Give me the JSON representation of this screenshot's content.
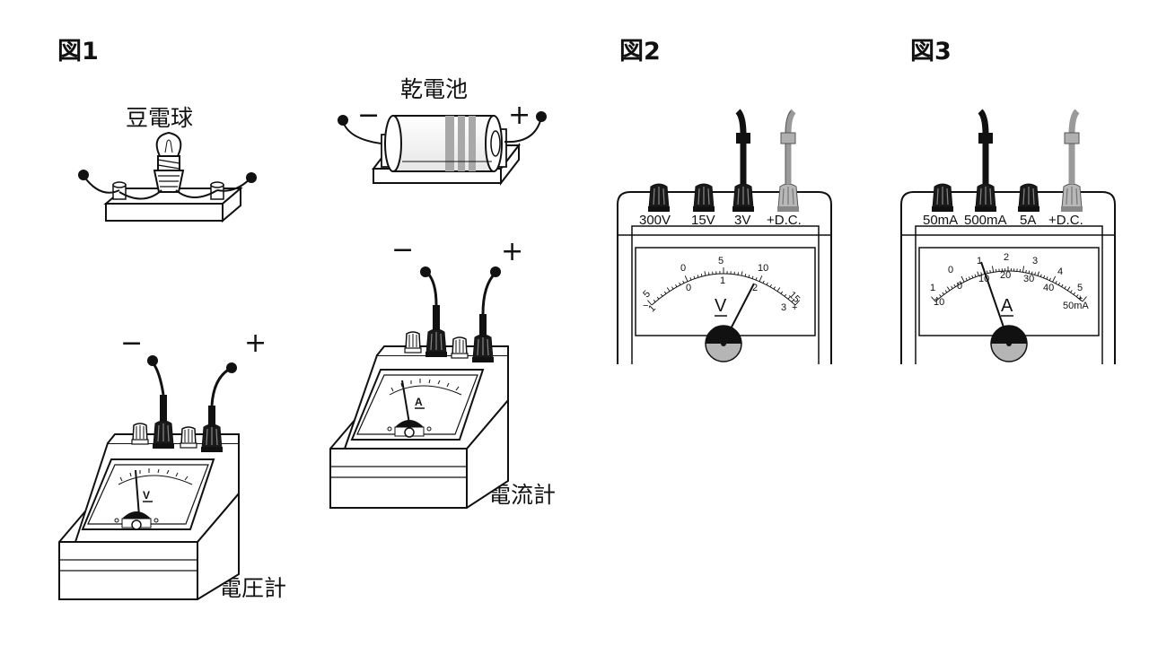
{
  "figure1": {
    "title": "図1",
    "bulb_label": "豆電球",
    "battery_label": "乾電池",
    "battery_minus": "−",
    "battery_plus": "+",
    "voltmeter_label": "電圧計",
    "voltmeter_minus": "−",
    "voltmeter_plus": "+",
    "voltmeter_unit": "V",
    "ammeter_label": "電流計",
    "ammeter_minus": "−",
    "ammeter_plus": "+",
    "ammeter_unit": "A"
  },
  "figure2": {
    "title": "図2",
    "terminals": [
      "300V",
      "15V",
      "3V",
      "+D.C."
    ],
    "scale_top": [
      "0",
      "5",
      "10"
    ],
    "scale_mid": [
      "0",
      "1",
      "2"
    ],
    "scale_left_top": "5",
    "scale_left_bottom": "1",
    "scale_right_top": "15",
    "scale_right_bottom": "3",
    "plus_mark": "+",
    "minus_mark": "−",
    "unit": "V"
  },
  "figure3": {
    "title": "図3",
    "terminals": [
      "50mA",
      "500mA",
      "5A",
      "+D.C."
    ],
    "scale_top": [
      "0",
      "1",
      "2",
      "3",
      "4",
      "5"
    ],
    "scale_bottom": [
      "10",
      "0",
      "10",
      "20",
      "30",
      "40",
      "50mA"
    ],
    "scale_left": "1",
    "plus_mark": "+",
    "unit": "A"
  },
  "colors": {
    "ink": "#111111",
    "gray_lead": "#9a9a9a",
    "needle_hub": "#b5b5b5",
    "panel": "#ffffff"
  }
}
